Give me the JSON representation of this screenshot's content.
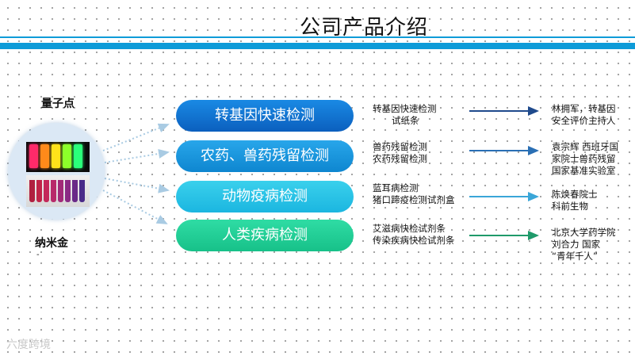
{
  "title": "公司产品介绍",
  "left": {
    "label_top": "量子点",
    "label_bottom": "纳米金",
    "label_bottom_extra": "-"
  },
  "categories": [
    {
      "label": "转基因快速检测",
      "products": [
        "转基因快速检测",
        "试纸条"
      ],
      "experts": [
        "林拥军，转基因",
        "安全评价主持人"
      ],
      "arrow_color": "#1f4a8c"
    },
    {
      "label": "农药、兽药残留检测",
      "products": [
        "兽药残留检测",
        "农药残留检测"
      ],
      "experts": [
        "袁宗辉  西班牙国",
        "家院士兽药残留",
        "国家基准实验室"
      ],
      "arrow_color": "#2a6fb4"
    },
    {
      "label": "动物疫病检测",
      "products": [
        "蓝耳病检测",
        "猪口蹄疫检测试剂盒"
      ],
      "experts": [
        "陈焕春院士",
        "科前生物"
      ],
      "arrow_color": "#3aa6d8"
    },
    {
      "label": "人类疾病检测",
      "products": [
        "艾滋病快检试剂条",
        "传染疾病快检试剂条"
      ],
      "experts": [
        "北京大学药学院",
        "刘合力   国家",
        "“青年千人”"
      ],
      "arrow_color": "#1f9a6a"
    }
  ],
  "watermark": "六度跨境"
}
